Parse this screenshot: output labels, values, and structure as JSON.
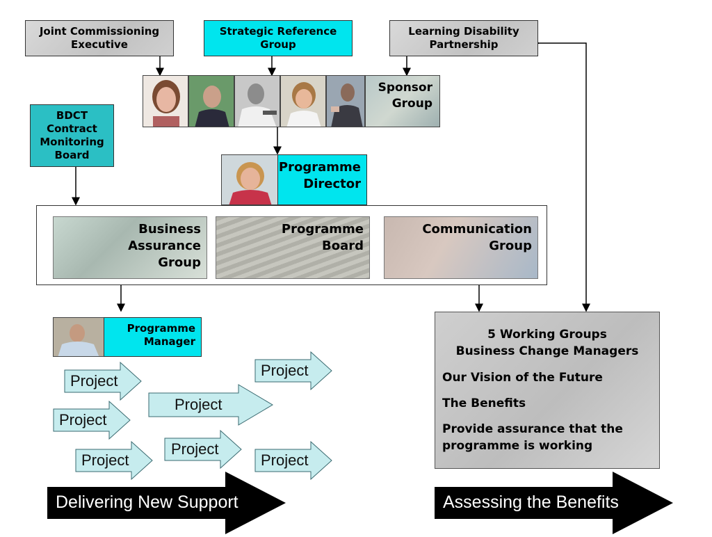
{
  "top": {
    "joint_commissioning": "Joint Commissioning\nExecutive",
    "strategic_reference": "Strategic Reference\nGroup",
    "learning_disability": "Learning Disability\nPartnership"
  },
  "sponsor_group": "Sponsor\nGroup",
  "bdct": "BDCT\nContract\nMonitoring\nBoard",
  "programme_director": "Programme\nDirector",
  "board_row": {
    "business_assurance": "Business\nAssurance\nGroup",
    "programme_board": "Programme\nBoard",
    "communication_group": "Communication\nGroup"
  },
  "programme_manager": "Programme\nManager",
  "projects": [
    "Project",
    "Project",
    "Project",
    "Project",
    "Project",
    "Project",
    "Project"
  ],
  "working_groups": {
    "heading_line1": "5 Working Groups",
    "heading_line2": "Business Change Managers",
    "item1": "Our Vision of the Future",
    "item2": "The Benefits",
    "item3": "Provide assurance that the\nprogramme is working"
  },
  "banners": {
    "delivering": "Delivering New Support",
    "assessing": "Assessing the Benefits"
  },
  "colors": {
    "cyan": "#00e5ee",
    "teal": "#2bbfc4",
    "project_fill": "#c6ecee",
    "banner": "#000000"
  }
}
